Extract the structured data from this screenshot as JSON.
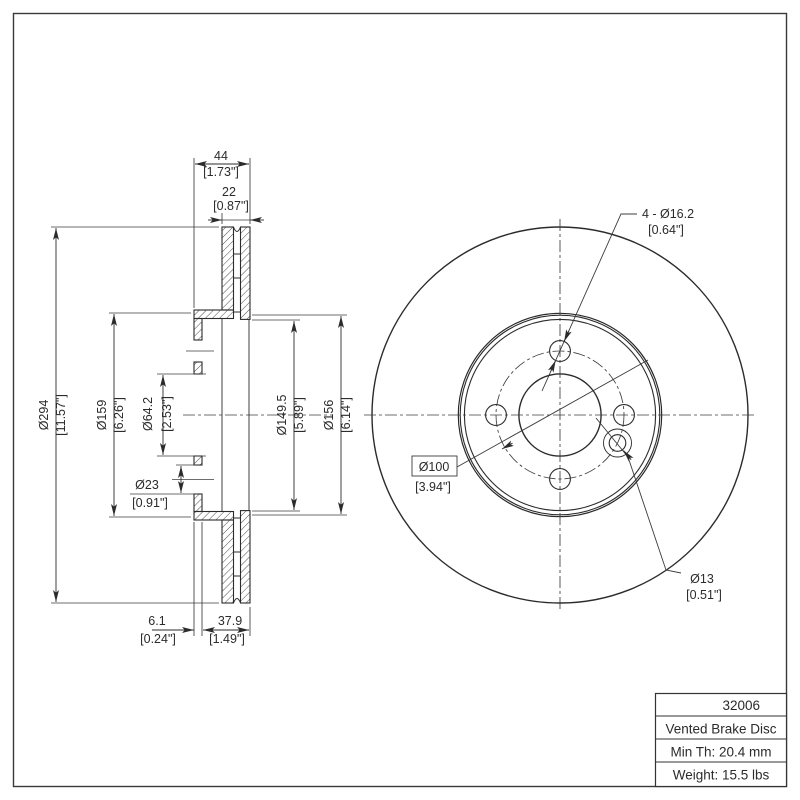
{
  "title_block": {
    "part_number": "32006",
    "product": "Vented Brake Disc",
    "min_thickness": "Min Th: 20.4 mm",
    "weight": "Weight: 15.5 lbs"
  },
  "section_view": {
    "overall_width": {
      "mm": "44",
      "inch": "[1.73\"]"
    },
    "rotor_thickness": {
      "mm": "22",
      "inch": "[0.87\"]"
    },
    "outer_diameter": {
      "mm": "Ø294",
      "inch": "[11.57\"]"
    },
    "hat_diameter": {
      "mm": "Ø159",
      "inch": "[6.26\"]"
    },
    "bore_diameter": {
      "mm": "Ø64.2",
      "inch": "[2.53\"]"
    },
    "counterbore_diameter": {
      "mm": "Ø23",
      "inch": "[0.91\"]"
    },
    "friction_inner_diameter": {
      "mm": "Ø149.5",
      "inch": "[5.89\"]"
    },
    "friction_outer_diameter": {
      "mm": "Ø156",
      "inch": "[6.14\"]"
    },
    "hat_face_thickness": {
      "mm": "6.1",
      "inch": "[0.24\"]"
    },
    "hat_depth": {
      "mm": "37.9",
      "inch": "[1.49\"]"
    }
  },
  "front_view": {
    "bolt_holes": {
      "mm": "4 - Ø16.2",
      "inch": "[0.64\"]"
    },
    "bolt_circle": {
      "mm": "Ø100",
      "inch": "[3.94\"]"
    },
    "set_screw_hole": {
      "mm": "Ø13",
      "inch": "[0.51\"]"
    }
  },
  "colors": {
    "line": "#2b2b2b",
    "thin_line": "#3c3c3c",
    "background": "#ffffff"
  }
}
